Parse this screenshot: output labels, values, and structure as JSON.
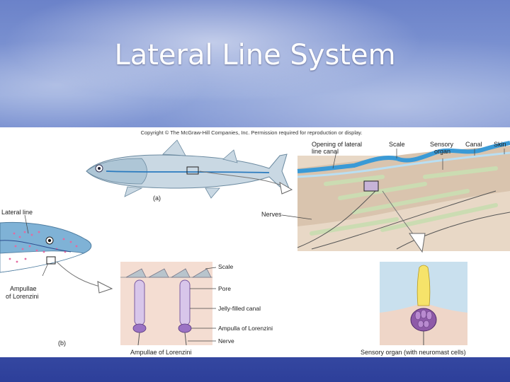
{
  "slide": {
    "title": "Lateral Line System"
  },
  "figure": {
    "copyright": "Copyright © The McGraw-Hill Companies, Inc. Permission required for reproduction or display.",
    "panel_a": {
      "letter": "(a)"
    },
    "panel_b": {
      "letter": "(b)"
    },
    "labels": {
      "lateral_line": "Lateral line",
      "ampullae": "Ampullae",
      "of_lorenzini": "of Lorenzini",
      "opening_lateral": "Opening of lateral",
      "line_canal": "line canal",
      "scale_top": "Scale",
      "sensory": "Sensory",
      "organ": "organ",
      "canal": "Canal",
      "skin": "Skin",
      "nerves": "Nerves",
      "scale": "Scale",
      "pore": "Pore",
      "jelly_canal": "Jelly-filled canal",
      "ampulla": "Ampulla of Lorenzini",
      "nerve": "Nerve",
      "caption_ampullae": "Ampullae of Lorenzini",
      "caption_sensory": "Sensory organ (with neuromast cells)"
    }
  }
}
